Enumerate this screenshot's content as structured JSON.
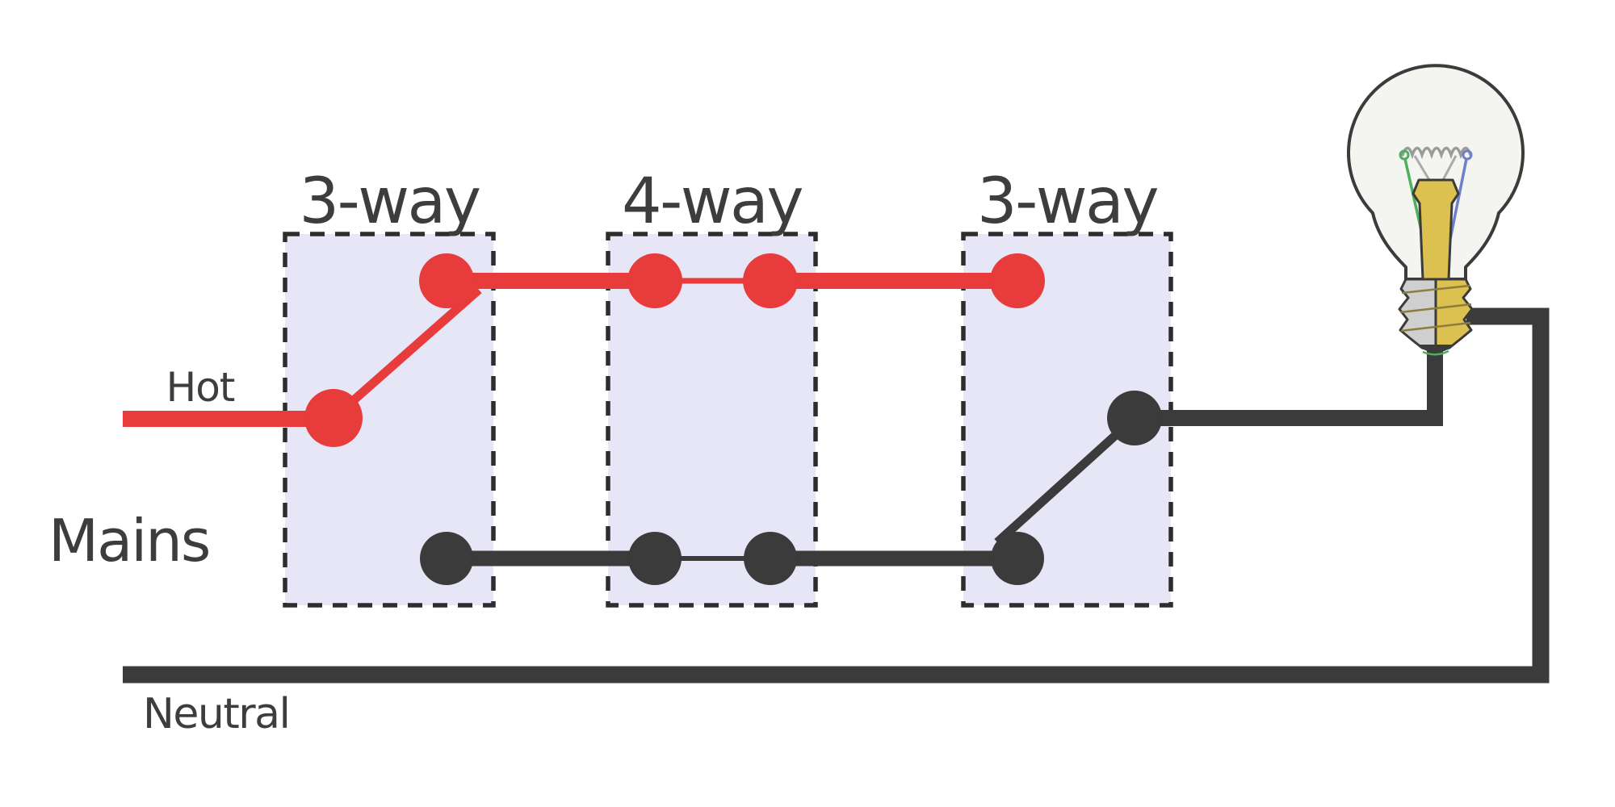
{
  "labels": {
    "switch1": "3-way",
    "switch2": "4-way",
    "switch3": "3-way",
    "hot": "Hot",
    "mains": "Mains",
    "neutral": "Neutral"
  },
  "colors": {
    "hot_wire": "#e83b3b",
    "neutral_wire": "#3b3b3b",
    "switch_box_fill": "#e6e6f6",
    "switch_box_border": "#2d2d2d",
    "label_text": "#3d3d3d",
    "bulb_glass": "#f4f4f1",
    "bulb_outline": "#3b3b3b",
    "bulb_brass": "#dcc050",
    "bulb_shell_gray": "#cfcfcf",
    "filament_gray": "#9a9a9a",
    "lead_green": "#4db05b",
    "lead_blue": "#6f7fc8"
  }
}
